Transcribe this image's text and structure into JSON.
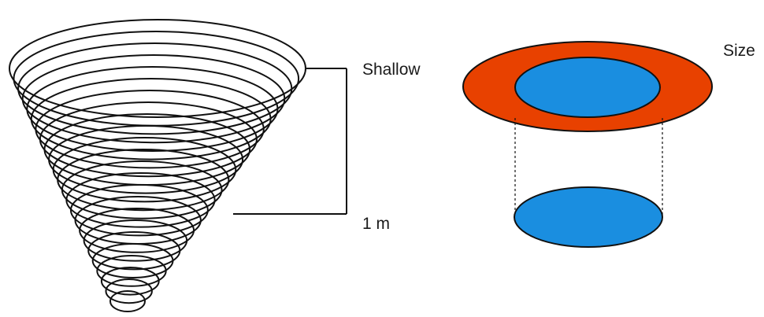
{
  "labels": {
    "shallow": "Shallow",
    "depth": "1 m",
    "size": "Size"
  },
  "colors": {
    "outline": "#111111",
    "outer_ring": "#e84100",
    "inner_disc": "#1a8ee0"
  }
}
